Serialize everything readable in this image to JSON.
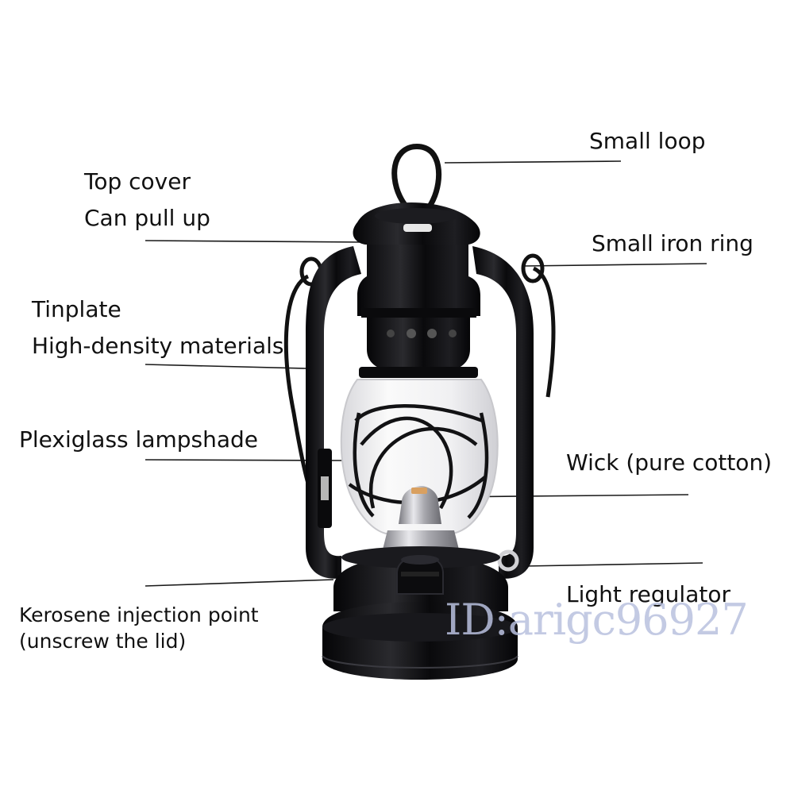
{
  "labels": {
    "small_loop": "Small loop",
    "top_cover": "Top cover",
    "can_pull_up": "Can pull up",
    "small_iron_ring": "Small iron ring",
    "tinplate": "Tinplate",
    "high_density": "High-density materials",
    "plexiglass": "Plexiglass lampshade",
    "wick": "Wick (pure cotton)",
    "light_regulator": "Light regulator",
    "kerosene_1": "Kerosene injection point",
    "kerosene_2": "(unscrew the lid)"
  },
  "watermark": "ID:arigc96927",
  "colors": {
    "lamp_body": "#0d0d0f",
    "metal_silver": "#b8b8bc",
    "glass": "#f4f4f6",
    "leader_line": "#1a1a1a",
    "label_text": "#111111",
    "watermark": "#b9c1df"
  }
}
